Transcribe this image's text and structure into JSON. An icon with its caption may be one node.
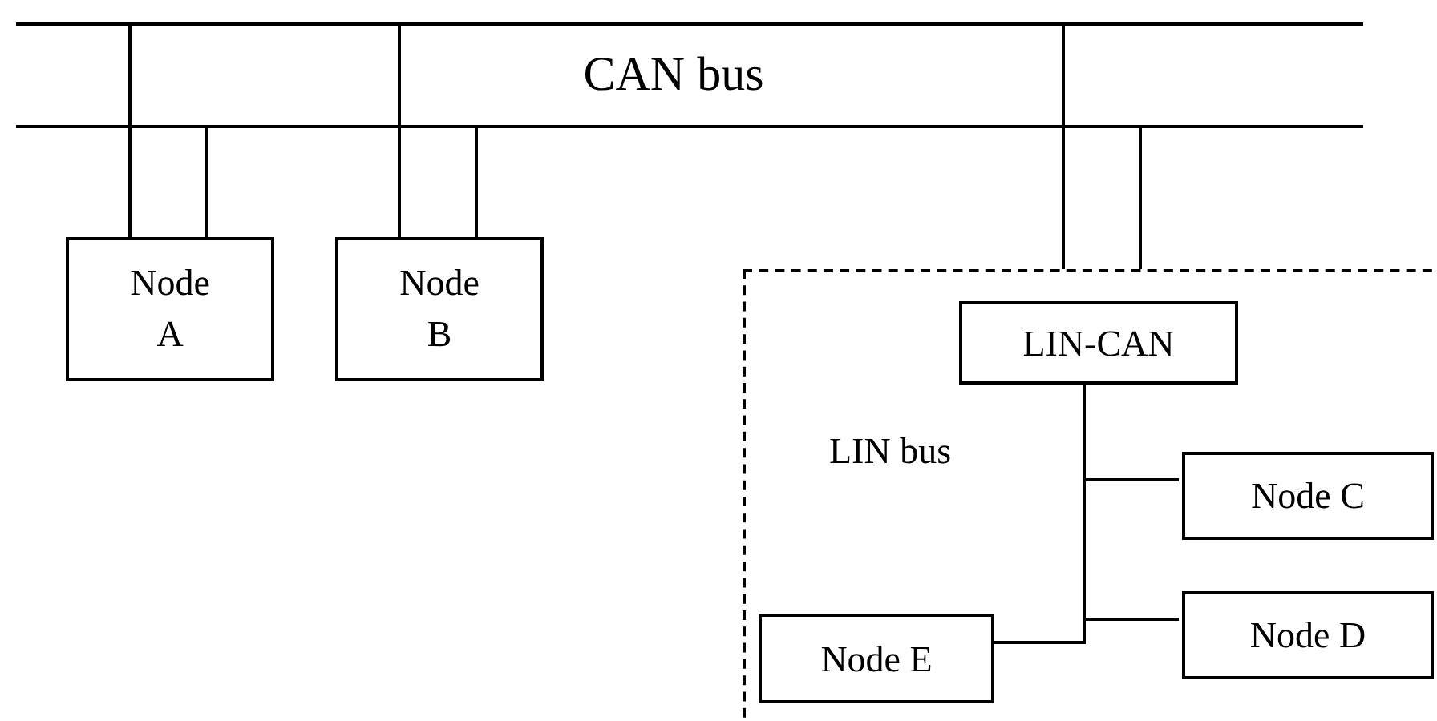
{
  "diagram": {
    "nodes": [
      {
        "text": [
          "CAN bus"
        ]
      },
      {
        "text": [
          "Node A"
        ]
      },
      {
        "text": [
          "Node B"
        ]
      },
      {
        "text": [
          "LIN bus"
        ]
      },
      {
        "text": [
          "LIN-CAN"
        ],
        "in": 3
      },
      {
        "text": [
          "Node C"
        ],
        "in": 3
      },
      {
        "text": [
          "Node D"
        ],
        "in": 3
      },
      {
        "text": [
          "Node E"
        ],
        "in": 3
      }
    ],
    "edges": [
      {
        "from": 0,
        "to": 1,
        "arrow": "none"
      },
      {
        "from": 0,
        "to": 1,
        "arrow": "none"
      },
      {
        "from": 0,
        "to": 2,
        "arrow": "none"
      },
      {
        "from": 0,
        "to": 2,
        "arrow": "none"
      },
      {
        "from": 0,
        "to": 3,
        "arrow": "none"
      },
      {
        "from": 0,
        "to": 3,
        "arrow": "none"
      },
      {
        "from": 4,
        "to": 5,
        "arrow": "none"
      },
      {
        "from": 4,
        "to": 6,
        "arrow": "none"
      },
      {
        "from": 4,
        "to": 7,
        "arrow": "none"
      }
    ]
  }
}
